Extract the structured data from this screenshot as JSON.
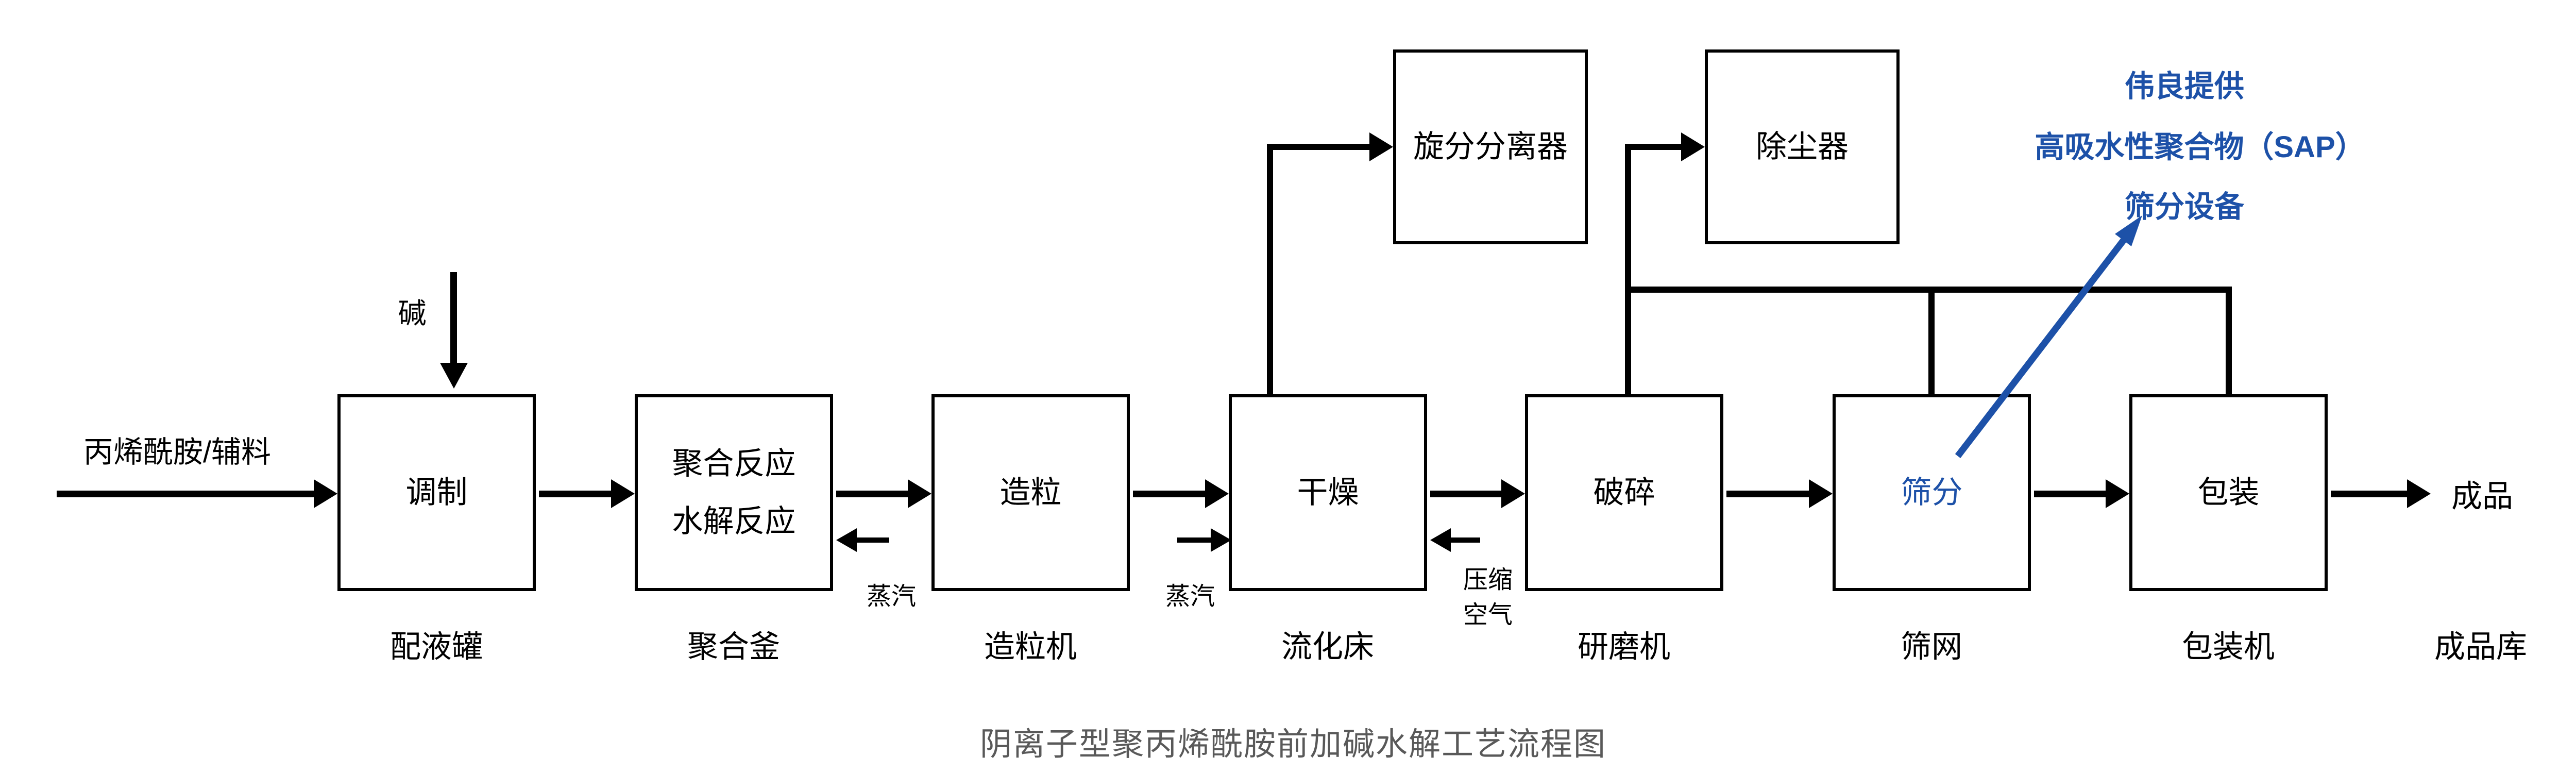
{
  "title": "阴离子型聚丙烯酰胺前加碱水解工艺流程图",
  "colors": {
    "accent_blue": "#1d51a8",
    "title_gray": "#595959",
    "line_black": "#000000"
  },
  "input": {
    "label": "丙烯酰胺/辅料"
  },
  "alkali": {
    "label": "碱"
  },
  "output": {
    "label": "成品",
    "store_label": "成品库"
  },
  "process_nodes": [
    {
      "process_lines": [
        "调制"
      ],
      "equipment": "配液罐"
    },
    {
      "process_lines": [
        "聚合反应",
        "水解反应"
      ],
      "equipment": "聚合釜"
    },
    {
      "process_lines": [
        "造粒"
      ],
      "equipment": "造粒机"
    },
    {
      "process_lines": [
        "干燥"
      ],
      "equipment": "流化床"
    },
    {
      "process_lines": [
        "破碎"
      ],
      "equipment": "研磨机"
    },
    {
      "process_lines": [
        "筛分"
      ],
      "equipment": "筛网"
    },
    {
      "process_lines": [
        "包装"
      ],
      "equipment": "包装机"
    }
  ],
  "top_nodes": [
    {
      "label": "旋分分离器"
    },
    {
      "label": "除尘器"
    }
  ],
  "utility_labels": {
    "steam_into_reactor": "蒸汽",
    "steam_into_dryer": "蒸汽",
    "compressed_air_lines": [
      "压缩",
      "空气"
    ]
  },
  "annotation": {
    "lines": [
      "伟良提供",
      "高吸水性聚合物（SAP）",
      "筛分设备"
    ]
  }
}
